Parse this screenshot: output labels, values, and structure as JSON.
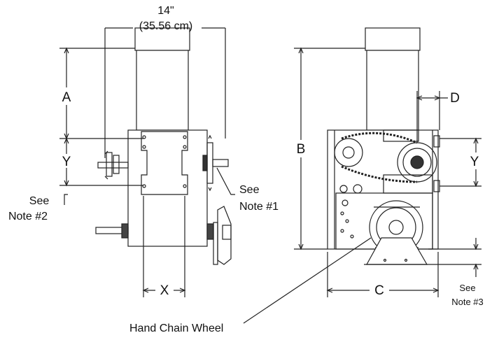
{
  "dimensions": {
    "width_in": "14\"",
    "width_cm": "(35.56 cm)",
    "a": "A",
    "y_left": "Y",
    "x": "X",
    "b": "B",
    "c": "C",
    "d": "D",
    "y_right": "Y"
  },
  "notes": {
    "note1_line1": "See",
    "note1_line2": "Note #1",
    "note2_line1": "See",
    "note2_line2": "Note #2",
    "note3_line1": "See",
    "note3_line2": "Note #3"
  },
  "callouts": {
    "hand_chain_wheel": "Hand Chain Wheel"
  }
}
